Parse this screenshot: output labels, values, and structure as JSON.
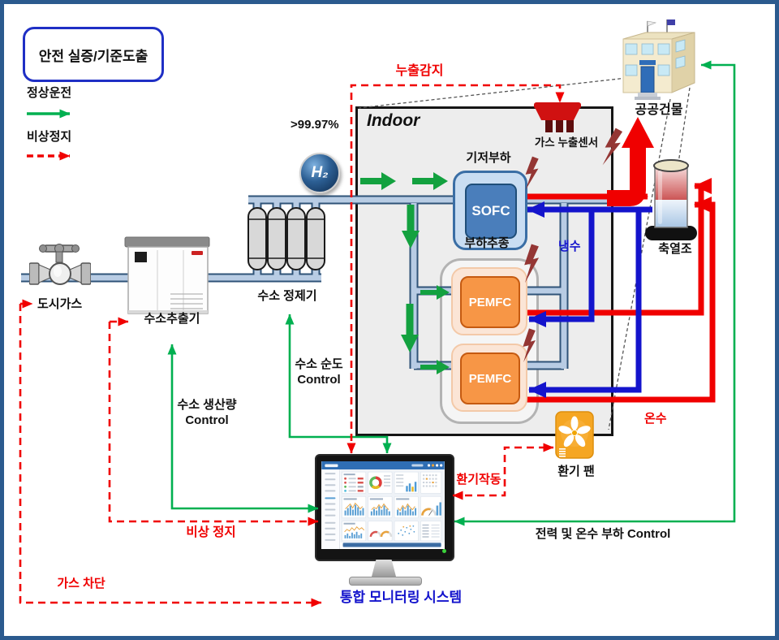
{
  "title": "안전 실증/기준도출",
  "legend": {
    "normal_label": "정상운전",
    "emergency_label": "비상정지"
  },
  "annotations": {
    "leak_detection": "누출감지",
    "purity_value": ">99.97%",
    "h2_badge": "H₂",
    "indoor": "Indoor",
    "base_load": "기저부하",
    "sofc": "SOFC",
    "load_following": "부하추종",
    "pemfc_top": "PEMFC",
    "pemfc_bottom": "PEMFC",
    "gas_leak_sensor": "가스 누출센서",
    "public_building": "공공건물",
    "cold_water": "냉수",
    "heat_storage_tank": "축열조",
    "hot_water": "온수",
    "city_gas": "도시가스",
    "h2_extractor": "수소추출기",
    "h2_purifier": "수소 정제기",
    "purity_control_line1": "수소 순도",
    "purity_control_line2": "Control",
    "production_control_line1": "수소 생산량",
    "production_control_line2": "Control",
    "emergency_stop": "비상 정지",
    "vent_fan": "환기 팬",
    "vent_operation": "환기작동",
    "power_heat_control": "전력 및 온수 부하 Control",
    "gas_shutoff": "가스 차단",
    "monitoring_system": "통합 모니터링 시스템"
  },
  "colors": {
    "normal_flow": "#00b050",
    "emergency_flow": "#ff0000",
    "hot_water_line": "#ff0000",
    "cold_water_line": "#1414cc",
    "pipe_fill": "#b8cce4",
    "pipe_edge": "#2f5378",
    "sofc_fill": "#4a7ebb",
    "pemfc_fill": "#f79646",
    "frame_border": "#2b5a8e",
    "title_border": "#1f2fc5"
  }
}
